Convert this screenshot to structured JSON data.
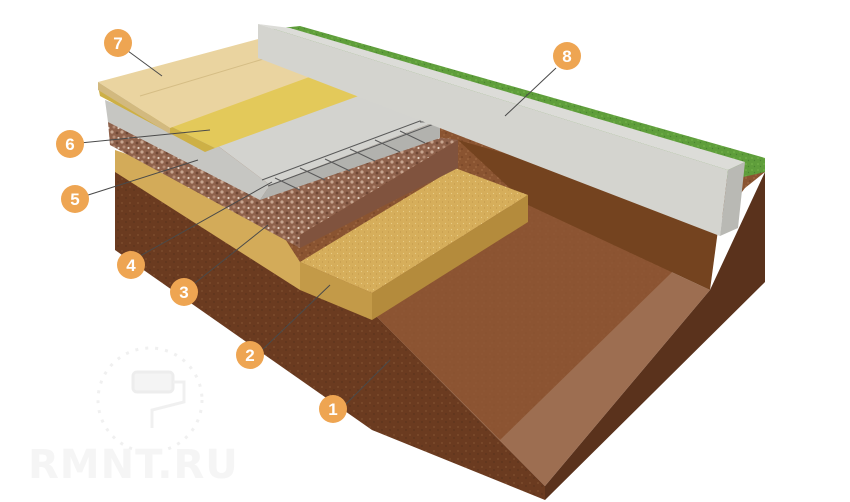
{
  "markers": [
    {
      "id": "1",
      "label": "1"
    },
    {
      "id": "2",
      "label": "2"
    },
    {
      "id": "3",
      "label": "3"
    },
    {
      "id": "4",
      "label": "4"
    },
    {
      "id": "5",
      "label": "5"
    },
    {
      "id": "6",
      "label": "6"
    },
    {
      "id": "7",
      "label": "7"
    },
    {
      "id": "8",
      "label": "8"
    }
  ],
  "watermark": {
    "text": "RMNT.RU"
  },
  "colors": {
    "marker": "#eea552",
    "soil_top": "#8a5431",
    "soil_front": "#6e3e23",
    "soil_side": "#5c331c",
    "sand": "#d8b15f",
    "gravel": "#9a6a52",
    "concrete": "#cfcfcc",
    "foam": "#e1c95a",
    "finish": "#e8d29a",
    "grass": "#5f9e3b",
    "leader": "#4a4a4a"
  }
}
